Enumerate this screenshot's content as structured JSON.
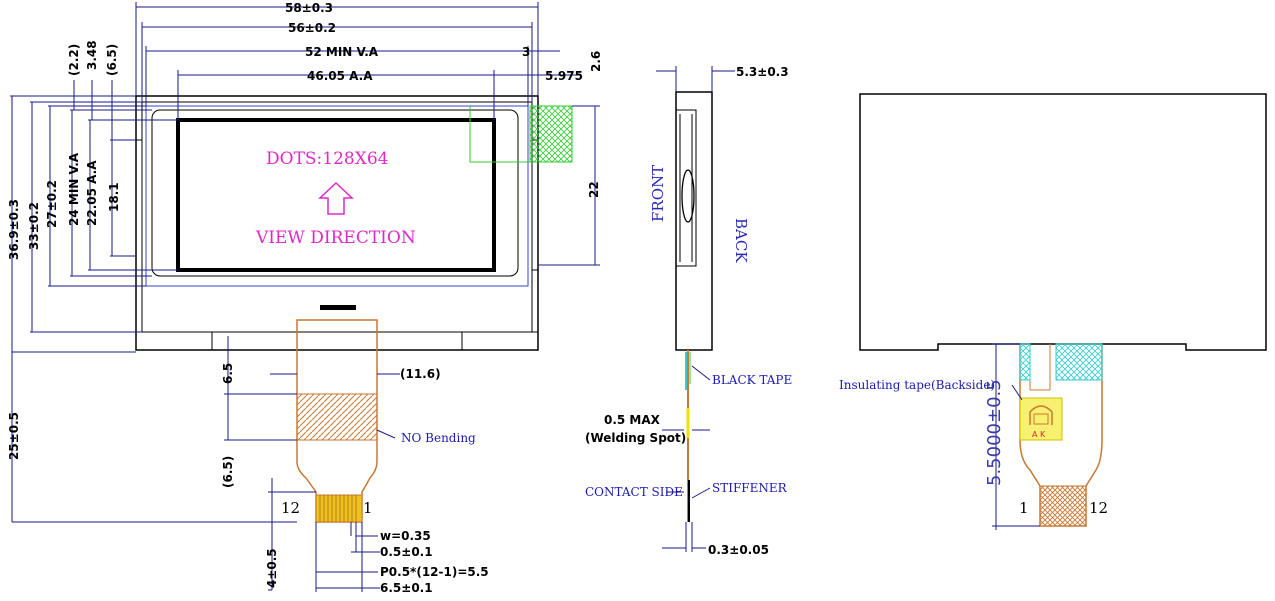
{
  "front_view": {
    "dots_label": "DOTS:128X64",
    "view_direction_label": "VIEW DIRECTION",
    "no_bending_label": "NO Bending",
    "pin_left": "12",
    "pin_right": "1",
    "dimensions": {
      "overall_width": "58±0.3",
      "glass_width": "56±0.2",
      "va_width": "52 MIN V.A",
      "aa_width": "46.05 A.A",
      "right_offset_3": "3",
      "right_offset_5975": "5.975",
      "right_offset_26": "2.6",
      "fpc_height_22": "22",
      "left_22": "(2.2)",
      "left_348": "3.48",
      "left_65": "(6.5)",
      "overall_height": "36.9±0.3",
      "glass_height": "33±0.2",
      "va_height_27": "27±0.2",
      "va_min_height": "24 MIN V.A",
      "aa_height": "22.05 A.A",
      "height_181": "18.1",
      "fpc_len": "25±0.5",
      "fpc_65": "6.5",
      "fpc_65_paren": "(6.5)",
      "fpc_116": "(11.6)",
      "fpc_4": "4±0.5",
      "pin_w": "w=0.35",
      "pin_05": "0.5±0.1",
      "pitch": "P0.5*(12-1)=5.5",
      "fpc_width": "6.5±0.1"
    }
  },
  "side_view": {
    "thickness": "5.3±0.3",
    "front_label": "FRONT",
    "back_label": "BACK",
    "black_tape_label": "BLACK TAPE",
    "welding_max": "0.5 MAX",
    "welding_spot": "(Welding Spot)",
    "contact_side": "CONTACT SIDE",
    "stiffener": "STIFFENER",
    "stiffener_thk": "0.3±0.05"
  },
  "back_view": {
    "insulating_label": "Insulating tape(Backside)",
    "dim_55": "5.5000±0.5",
    "ak_label": "A K",
    "pin_left": "1",
    "pin_right": "12"
  },
  "colors": {
    "fpc": "#c87832",
    "pink": "#e028c8",
    "green": "#33cc33",
    "cyan": "#33cccc",
    "yellow": "#f0e000"
  }
}
